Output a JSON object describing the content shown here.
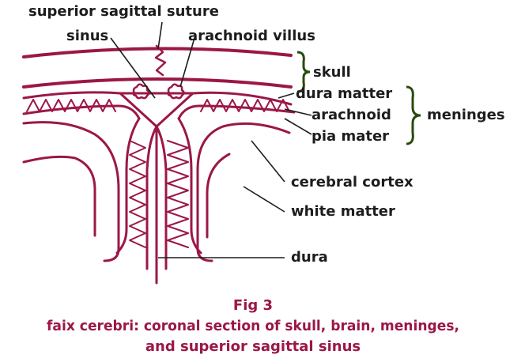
{
  "labels": {
    "superior_sagittal_suture": "superior sagittal suture",
    "sinus": "sinus",
    "arachnoid_villus": "arachnoid villus",
    "skull": "skull",
    "dura_matter": "dura matter",
    "arachnoid": "arachnoid",
    "pia_mater": "pia mater",
    "meninges": "meninges",
    "cerebral_cortex": "cerebral cortex",
    "white_matter": "white matter",
    "dura": "dura"
  },
  "caption": {
    "figure": "Fig 3",
    "line1": "faix cerebri: coronal section of skull, brain, meninges,",
    "line2": "and superior sagittal sinus"
  },
  "colors": {
    "tissue": "#9b1747",
    "bracket": "#2a4a10",
    "leader": "#1d1d1d",
    "label": "#1d1d1d",
    "caption": "#9b1747"
  }
}
